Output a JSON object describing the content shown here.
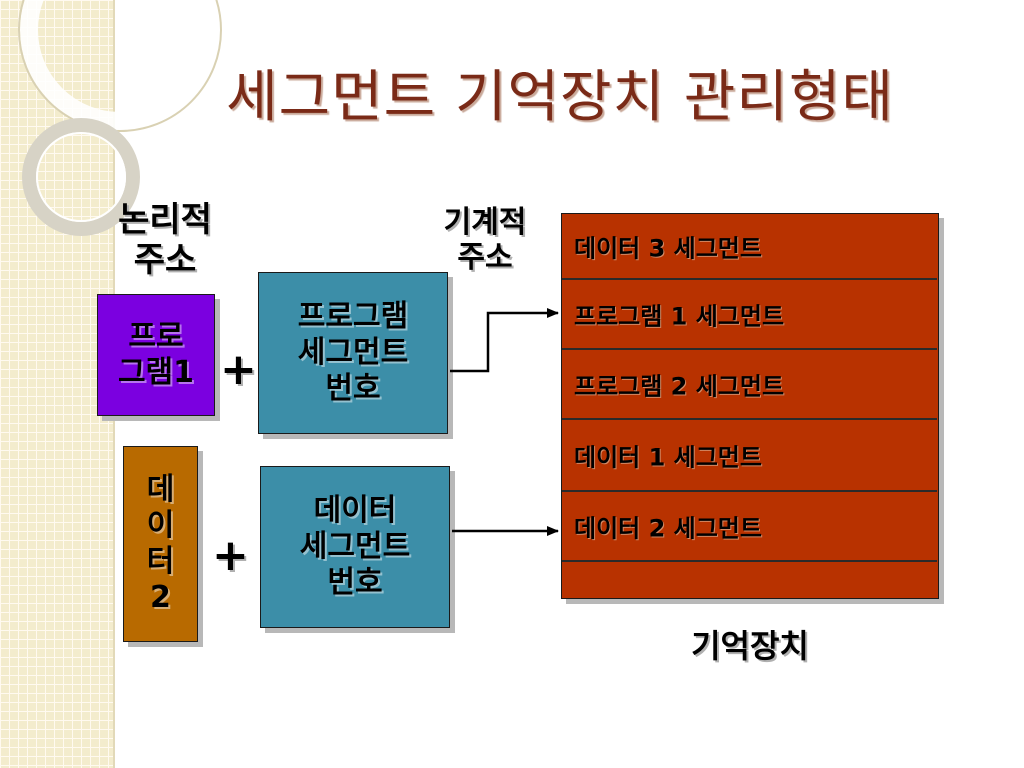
{
  "title": "세그먼트 기억장치 관리형태",
  "labels": {
    "logical_line1": "논리적",
    "logical_line2": "주소",
    "physical_line1": "기계적",
    "physical_line2": "주소",
    "memory": "기억장치",
    "plus": "+"
  },
  "boxes": {
    "program_line1": "프로",
    "program_line2": "그램1",
    "data_chars": [
      "데",
      "이",
      "터",
      "2"
    ],
    "program_segment_line1": "프로그램",
    "program_segment_line2": "세그먼트",
    "program_segment_line3": "번호",
    "data_segment_line1": "데이터",
    "data_segment_line2": "세그먼트",
    "data_segment_line3": "번호"
  },
  "segments": [
    "데이터 3 세그먼트",
    "프로그램 1 세그먼트",
    "프로그램 2 세그먼트",
    "데이터 1 세그먼트",
    "데이터 2 세그먼트",
    ""
  ],
  "colors": {
    "title": "#7a2a17",
    "program_box": "#7b00e0",
    "data_box": "#b86a00",
    "segment_number_box": "#3c8ea8",
    "memory": "#b83200"
  }
}
